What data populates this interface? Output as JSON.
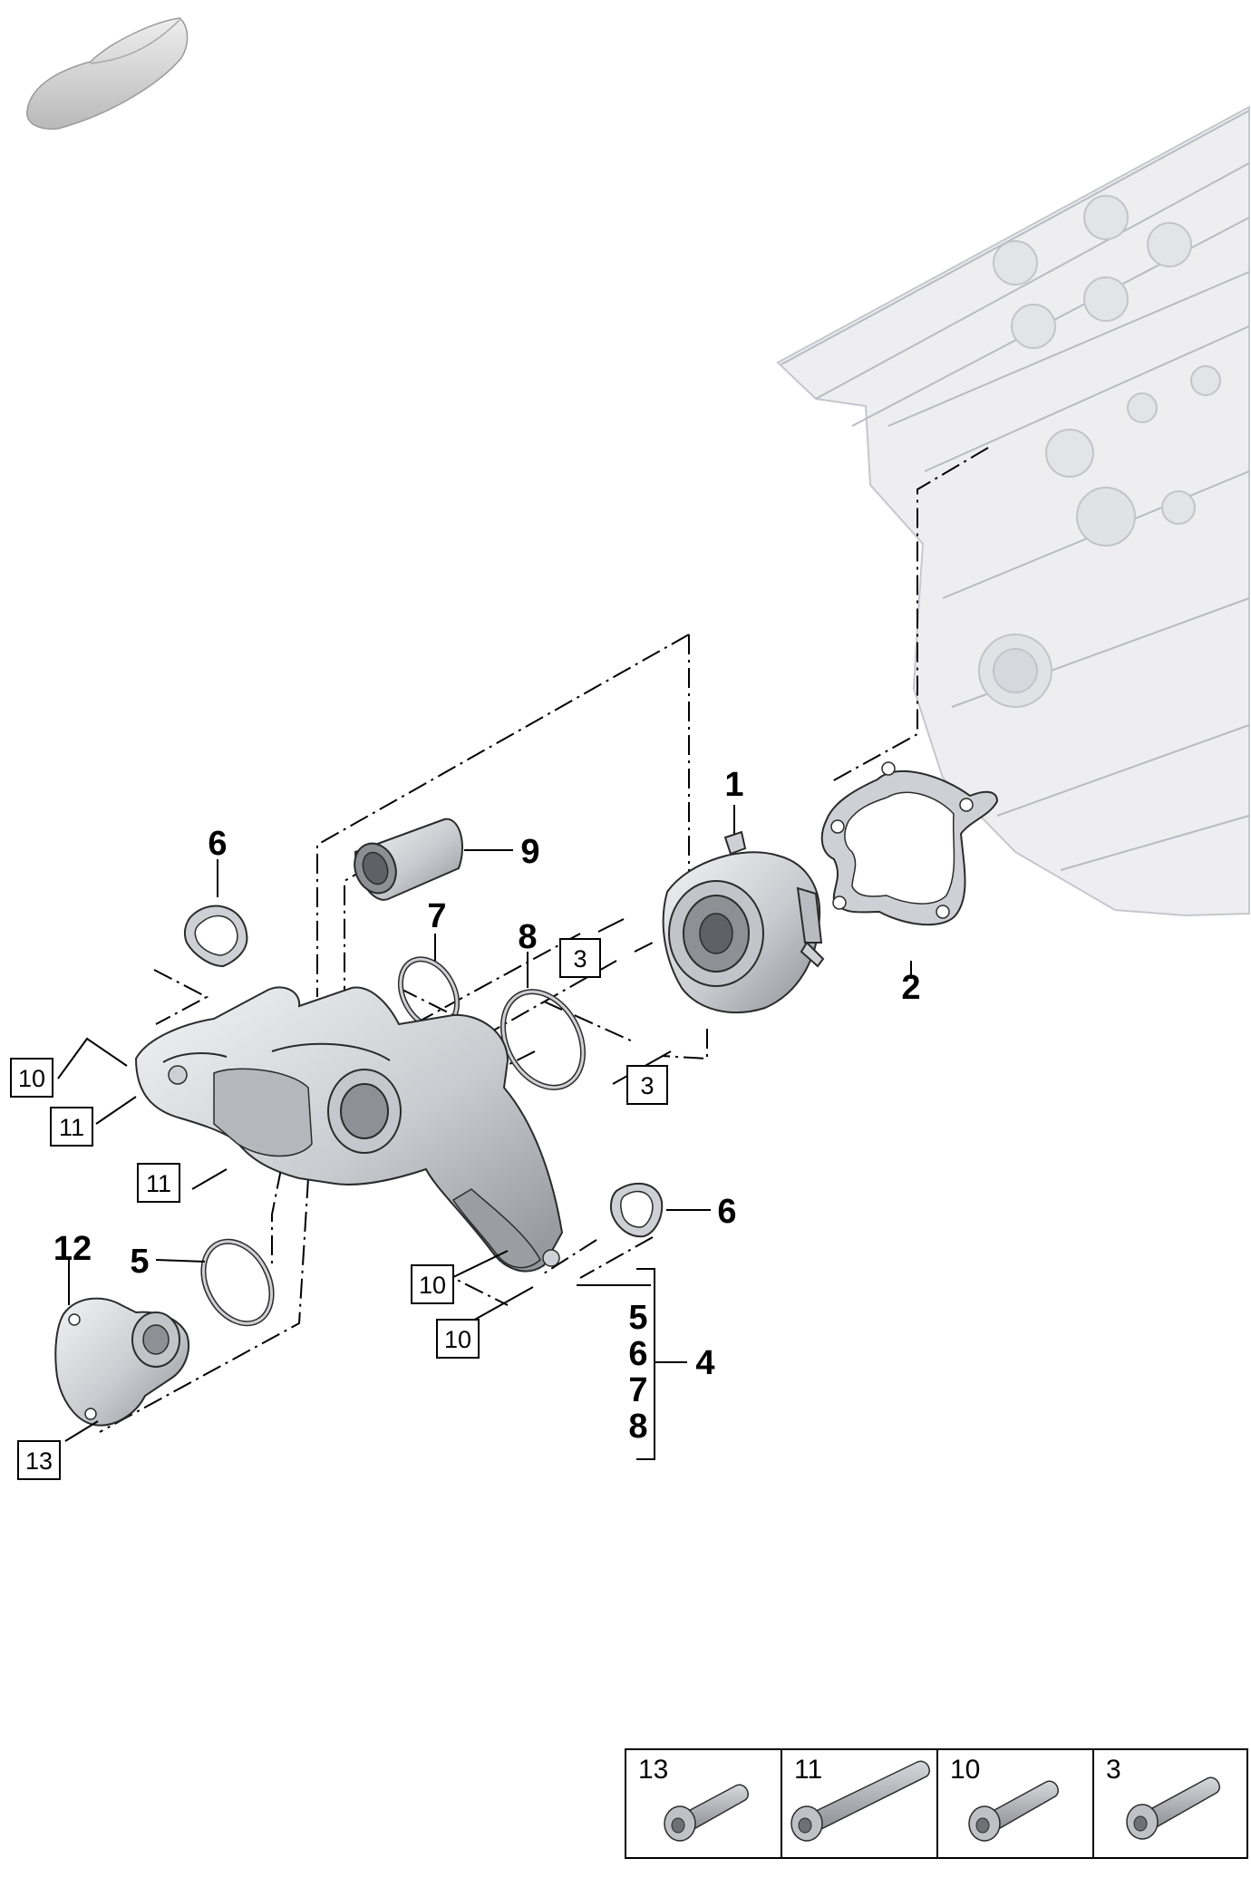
{
  "callouts": {
    "c1": "1",
    "c2": "2",
    "c4": "4",
    "c6a": "6",
    "c6b": "6",
    "c7": "7",
    "c8": "8",
    "c9": "9",
    "c5": "5",
    "c12": "12",
    "kit": [
      "5",
      "6",
      "7",
      "8"
    ]
  },
  "boxed": {
    "b3a": "3",
    "b3b": "3",
    "b10a": "10",
    "b10b": "10",
    "b10c": "10",
    "b11a": "11",
    "b11b": "11",
    "b13": "13"
  },
  "legend": {
    "cells": [
      {
        "label": "13",
        "icon": "bolt-icon"
      },
      {
        "label": "11",
        "icon": "long-bolt-icon"
      },
      {
        "label": "10",
        "icon": "bolt-icon"
      },
      {
        "label": "3",
        "icon": "bolt-icon"
      }
    ]
  }
}
